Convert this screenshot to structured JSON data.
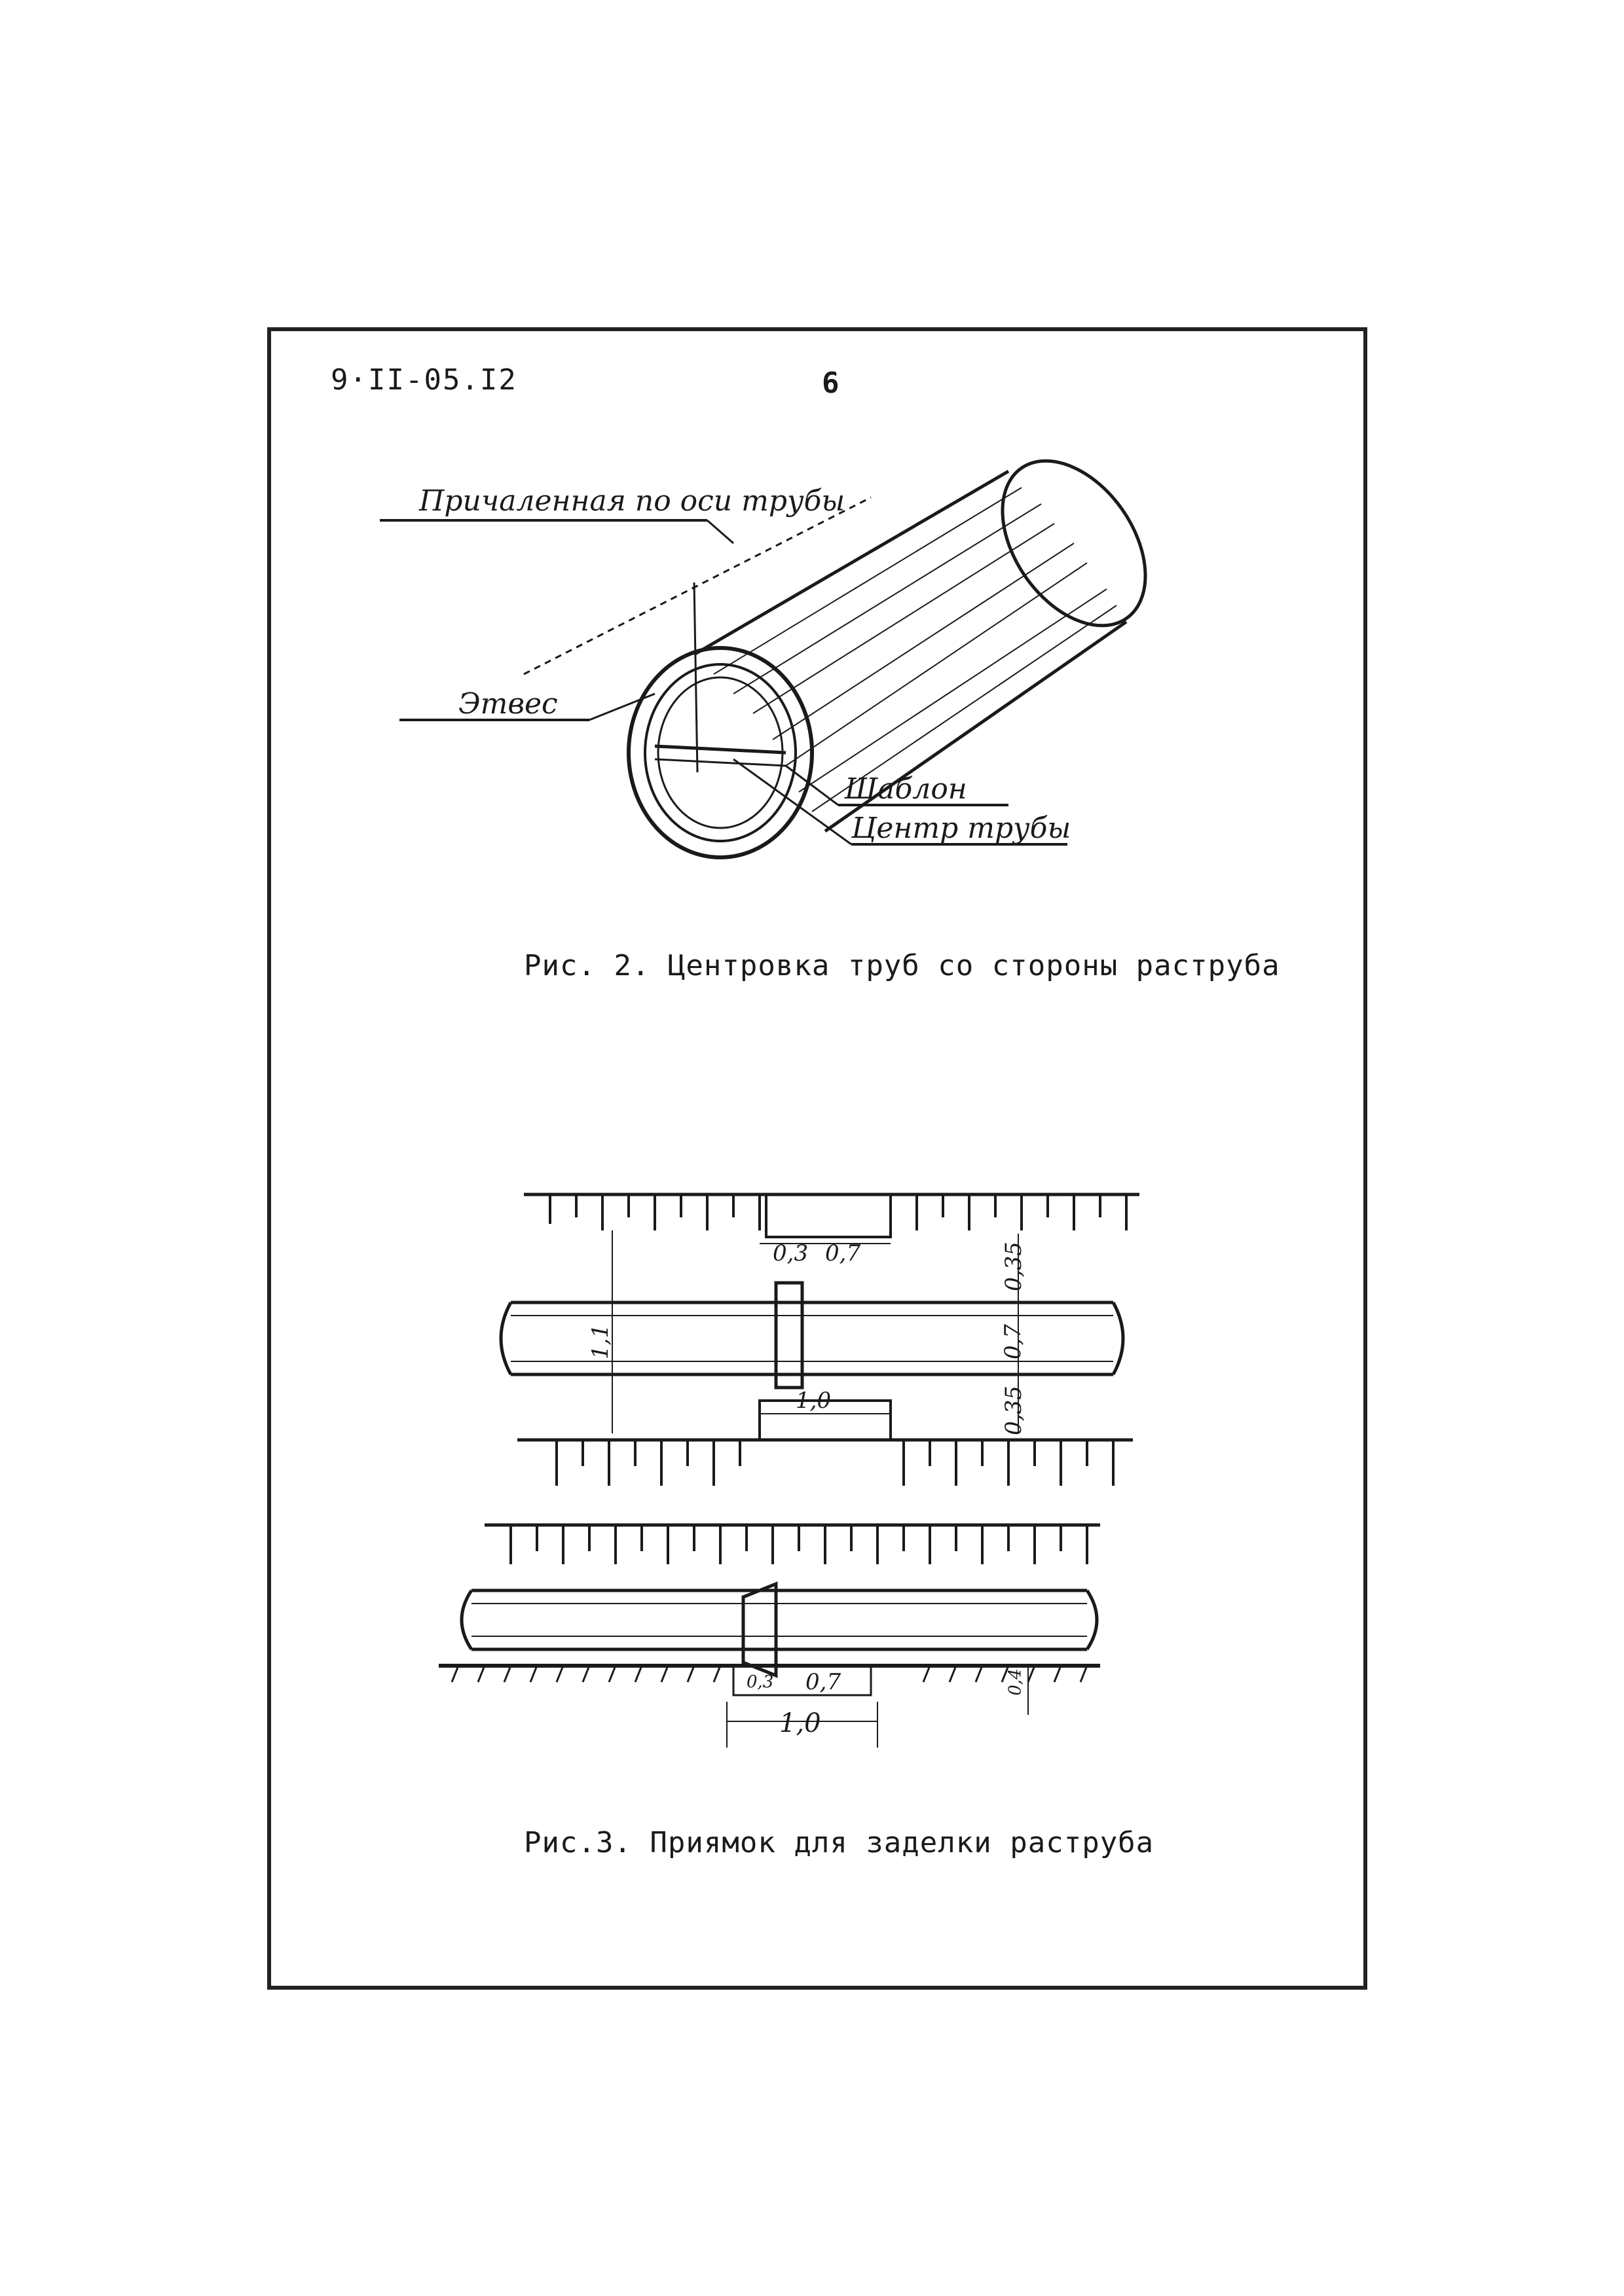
{
  "header": {
    "doc_code": "9·II-05.I2",
    "page_number": "6"
  },
  "figure2": {
    "labels": {
      "axis_line": "Причаленная по оси трубы",
      "plumb": "Этвес",
      "template": "Шаблон",
      "pipe_center": "Центр трубы"
    },
    "caption": "Рис. 2. Центровка труб со стороны раструба"
  },
  "figure3": {
    "top": {
      "d1": "0,3",
      "d2": "0,7",
      "d3": "1,0",
      "v1": "0,35",
      "v2": "0,7",
      "v3": "0,35",
      "v4": "1,1"
    },
    "bottom": {
      "d1": "0,3",
      "d2": "0,7",
      "d3": "1,0",
      "v1": "0,4"
    },
    "caption": "Рис.3. Приямок для заделки раструба"
  }
}
